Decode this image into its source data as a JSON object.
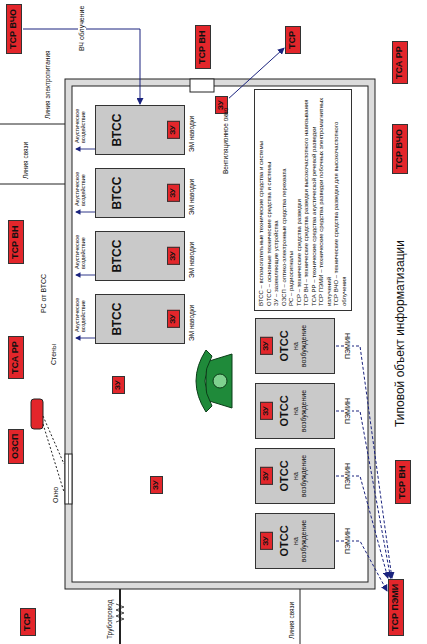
{
  "diagram": {
    "title": "Типовой объект информатизации",
    "nodes": [
      {
        "text": [
          "ВТСС"
        ]
      },
      {
        "text": [
          "ЗУ"
        ],
        "in": 0
      },
      {
        "text": [
          "ВТСС"
        ]
      },
      {
        "text": [
          "ЗУ"
        ],
        "in": 2
      },
      {
        "text": [
          "ВТСС"
        ]
      },
      {
        "text": [
          "ЗУ"
        ],
        "in": 4
      },
      {
        "text": [
          "ВТСС"
        ]
      },
      {
        "text": [
          "ЗУ"
        ],
        "in": 6
      },
      {
        "text": [
          "ОТСС",
          "на возбуждение"
        ]
      },
      {
        "text": [
          "ЗУ"
        ],
        "in": 8
      },
      {
        "text": [
          "ОТСС",
          "на возбуждение"
        ]
      },
      {
        "text": [
          "ЗУ"
        ],
        "in": 10
      },
      {
        "text": [
          "ОТСС",
          "на возбуждение"
        ]
      },
      {
        "text": [
          "ЗУ"
        ],
        "in": 12
      },
      {
        "text": [
          "ОТСС",
          "на возбуждение"
        ]
      },
      {
        "text": [
          "ЗУ"
        ],
        "in": 14
      },
      {
        "text": [
          "ЗУ"
        ]
      },
      {
        "text": [
          "ЗУ"
        ]
      },
      {
        "text": [
          "ЗУ"
        ]
      },
      {
        "text": [
          "ОЗСП"
        ]
      },
      {
        "text": [
          "ТСА РР"
        ]
      },
      {
        "text": [
          "ТСР ВН"
        ]
      },
      {
        "text": [
          "ТСР ВЧО"
        ]
      },
      {
        "text": [
          "ТСР ВН"
        ]
      },
      {
        "text": [
          "ТСР"
        ]
      },
      {
        "text": [
          "ТСР"
        ]
      },
      {
        "text": [
          "ТСР ПЭМИ"
        ]
      },
      {
        "text": [
          "ТСР ВН"
        ]
      },
      {
        "text": [
          "ТСА РР"
        ]
      },
      {
        "text": [
          "ТСР ВЧО"
        ]
      }
    ],
    "edges": [
      {
        "from": 8,
        "to": 26,
        "arrow": "to",
        "label": "ПЭМИН"
      },
      {
        "from": 10,
        "to": 26,
        "arrow": "to",
        "label": "ПЭМИН"
      },
      {
        "from": 12,
        "to": 26,
        "arrow": "to",
        "label": "ПЭМИН"
      },
      {
        "from": 14,
        "to": 26,
        "arrow": "to",
        "label": "ПЭМИН"
      },
      {
        "from": 22,
        "to": 6,
        "arrow": "to",
        "label": "ВЧ облучение"
      },
      {
        "from": 18,
        "to": 24,
        "arrow": "to"
      }
    ],
    "labels": [
      "Акустическое воздействие",
      "Акустическое воздействие",
      "Акустическое воздействие",
      "Акустическое воздействие",
      "ЭМ наводки",
      "ЭМ наводки",
      "ЭМ наводки",
      "ЭМ наводки",
      "Вентиляционное окно",
      "Окно",
      "Стены",
      "РС от ВТСС",
      "Линия связи",
      "Линия электропитания",
      "Трубопровод",
      "Линия связи"
    ],
    "legend": [
      {
        "text": "ВТСС – вспомогательные технические средства и системы"
      },
      {
        "text": "ОТСС – основные технические средства и системы"
      },
      {
        "text": "ЗУ – заземляющие устройства"
      },
      {
        "text": "ОЗСП – оптико-электронные средства перехвата"
      },
      {
        "text": "РС – радиосигналы"
      },
      {
        "text": "ТСР – технические средства разведки"
      },
      {
        "text": "ТСР ВН – технические средства разведки высокочастотного навязывания"
      },
      {
        "text": "ТСА РР – технические средства акустической речевой разведки"
      },
      {
        "text": "ТСР ПЭМИ – технические средства разведки побочных электромагнитных излучений"
      },
      {
        "text": "ТСР ВЧО – технические средства разведки для высокочастотного облучения"
      }
    ]
  }
}
